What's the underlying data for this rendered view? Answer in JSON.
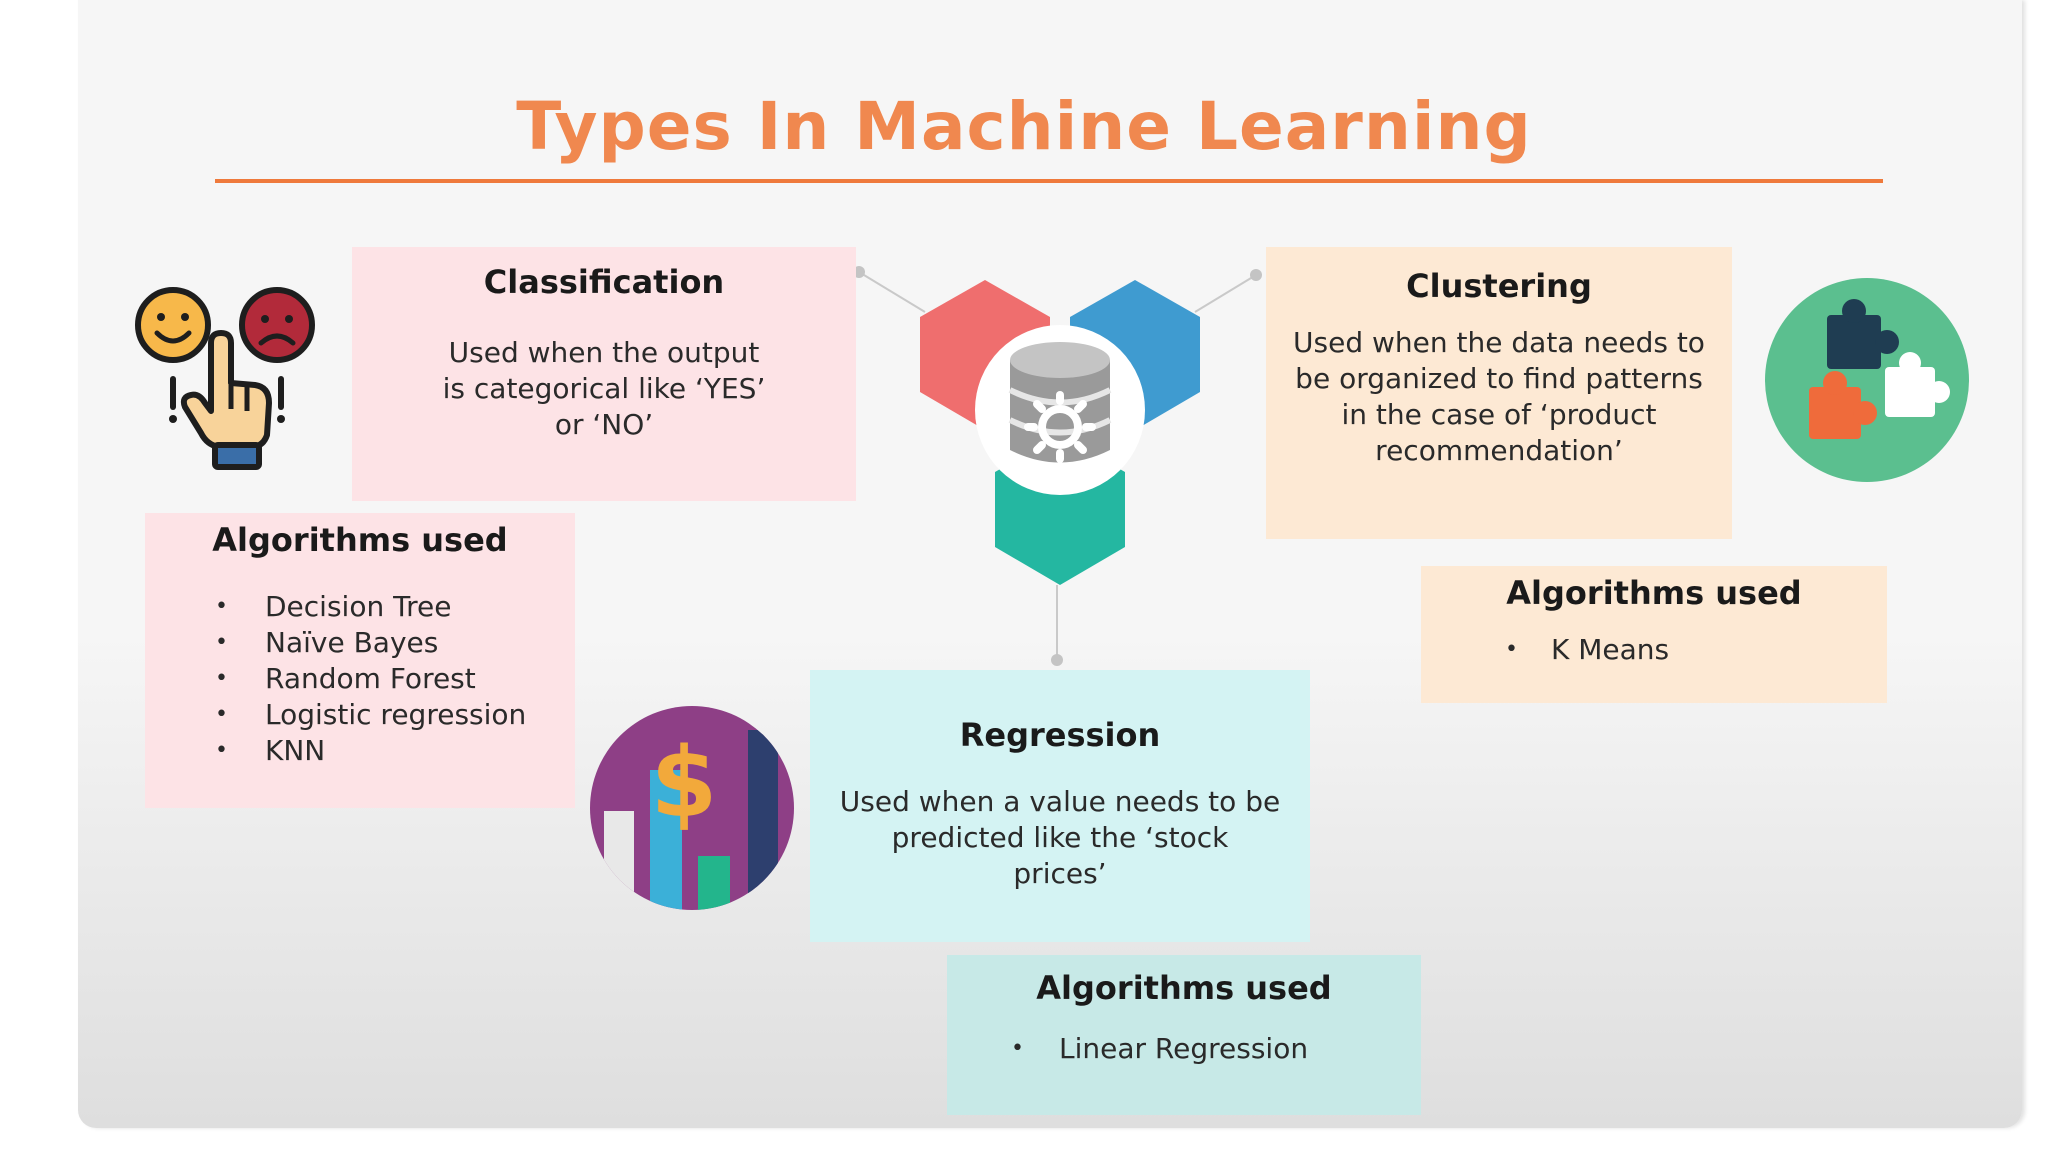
{
  "title": "Types In Machine Learning",
  "colors": {
    "title": "#f0884f",
    "rule": "#ef7a3c",
    "classification_bg": "#fde3e6",
    "clustering_bg": "#fde9d4",
    "regression_bg": "#d4f3f3",
    "regression_algo_bg": "#c7e9e7",
    "hex_red": "#ef6e6e",
    "hex_blue": "#3f9bd0",
    "hex_teal": "#24b7a1"
  },
  "classification": {
    "heading": "Classification",
    "description_lines": [
      "Used when the output",
      "is categorical like ‘YES’",
      "or ‘NO’"
    ],
    "algorithms_heading": "Algorithms used",
    "algorithms": [
      "Decision Tree",
      "Naïve Bayes",
      "Random Forest",
      "Logistic regression",
      "KNN"
    ]
  },
  "clustering": {
    "heading": "Clustering",
    "description_lines": [
      "Used when the data needs to",
      "be organized to find patterns",
      "in the case of ‘product",
      "recommendation’"
    ],
    "algorithms_heading": "Algorithms used",
    "algorithms": [
      "K Means"
    ]
  },
  "regression": {
    "heading": "Regression",
    "description_lines": [
      "Used when a value needs to be",
      "predicted like the ‘stock",
      "prices’"
    ],
    "algorithms_heading": "Algorithms used",
    "algorithms": [
      "Linear Regression"
    ]
  },
  "icons": {
    "classification": "emoji-thumb-choice-icon",
    "center": "database-gear-icon",
    "clustering": "puzzle-pieces-icon",
    "regression": "dollar-bar-chart-icon"
  },
  "bullet_glyph": "•",
  "regression_chart_icon": {
    "bar_levels": [
      0.55,
      0.78,
      0.3,
      1.0
    ]
  }
}
